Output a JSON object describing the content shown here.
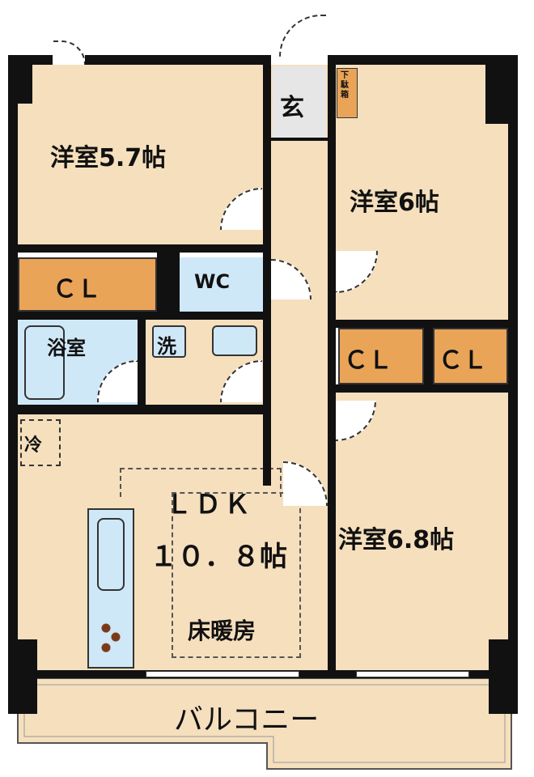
{
  "rooms": {
    "western_room_1": "洋室5.7帖",
    "western_room_2": "洋室6帖",
    "western_room_3": "洋室6.8帖",
    "ldk_line1": "ＬＤＫ",
    "ldk_line2": "１０．８帖",
    "floor_heating": "床暖房",
    "closet_1": "ＣＬ",
    "closet_2": "ＣＬ",
    "closet_3": "ＣＬ",
    "toilet": "WC",
    "bathroom": "浴室",
    "washer": "洗",
    "fridge": "冷",
    "entrance": "玄",
    "shoe_box": "下駄箱",
    "balcony": "バルコニー"
  },
  "colors": {
    "room": "#f5dfbd",
    "closet": "#e9a458",
    "wet": "#cfe8f8",
    "wall": "#111111"
  }
}
